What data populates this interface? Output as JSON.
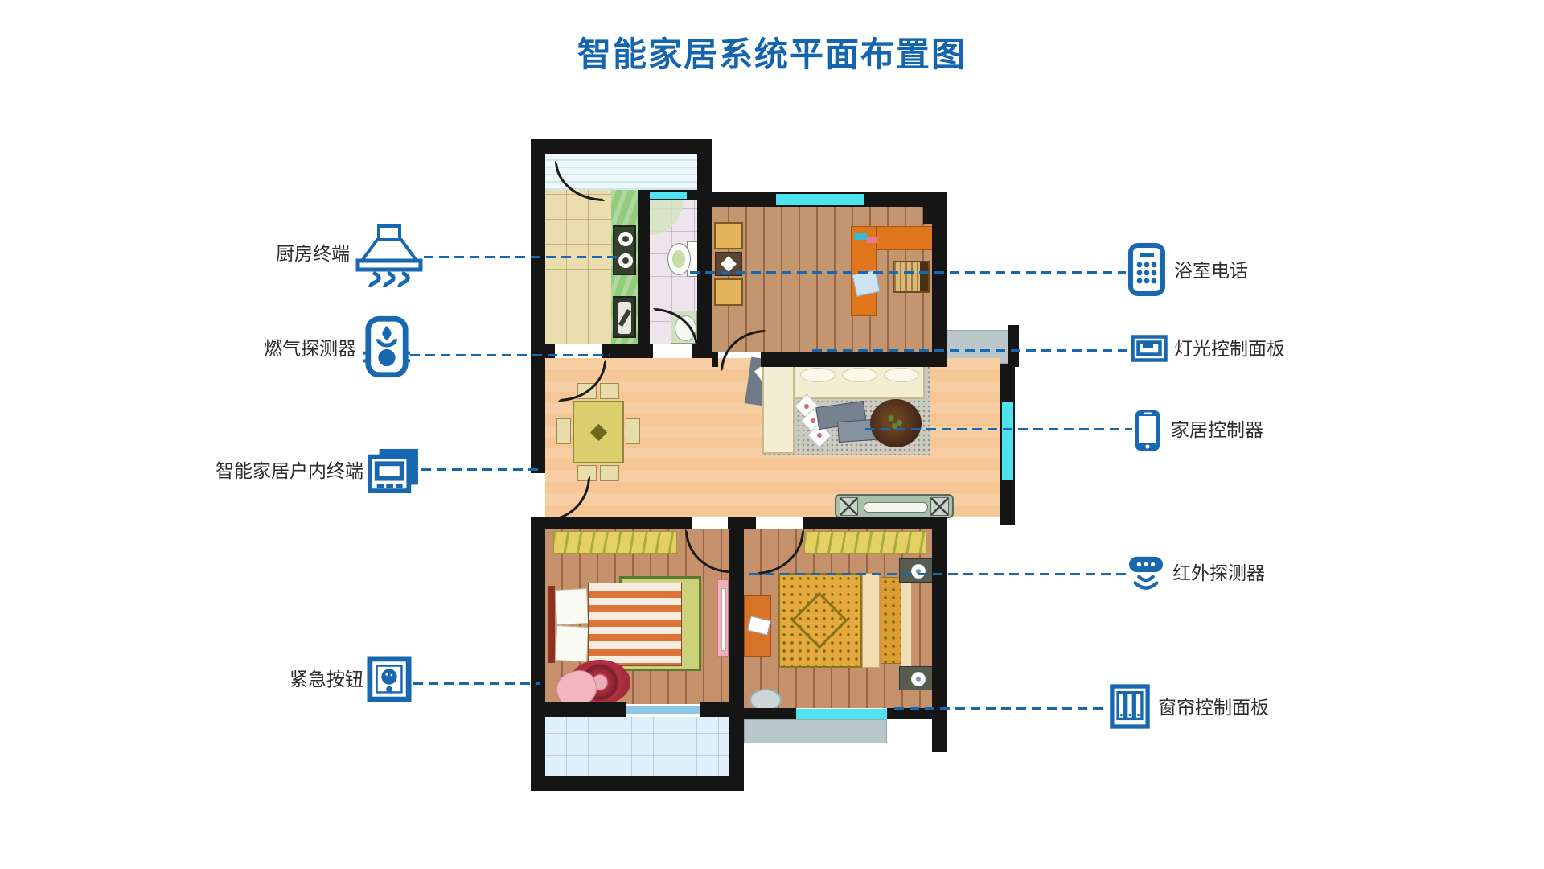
{
  "title": "智能家居系统平面布置图",
  "colors": {
    "accent_blue": "#1767B1",
    "title_blue": "#1565AE",
    "wall": "#151515",
    "window_cyan": "#4FE3EF",
    "wood_floor": "#C4916B",
    "peach_floor": "#F6C795",
    "kitchen_tile": "#ECDDAE",
    "counter_green": "#93CB7C",
    "balcony_gray": "#B9C6CA",
    "balcony_tile": "#DFF0F8"
  },
  "callouts_left": [
    {
      "label": "厨房终端",
      "icon": "range-hood-icon"
    },
    {
      "label": "燃气探测器",
      "icon": "gas-detector-icon"
    },
    {
      "label": "智能家居户内终端",
      "icon": "indoor-terminal-icon"
    },
    {
      "label": "紧急按钮",
      "icon": "emergency-button-icon"
    }
  ],
  "callouts_right": [
    {
      "label": "浴室电话",
      "icon": "phone-keypad-icon"
    },
    {
      "label": "灯光控制面板",
      "icon": "light-panel-icon"
    },
    {
      "label": "家居控制器",
      "icon": "smartphone-icon"
    },
    {
      "label": "红外探测器",
      "icon": "infrared-detector-icon"
    },
    {
      "label": "窗帘控制面板",
      "icon": "curtain-panel-icon"
    }
  ]
}
